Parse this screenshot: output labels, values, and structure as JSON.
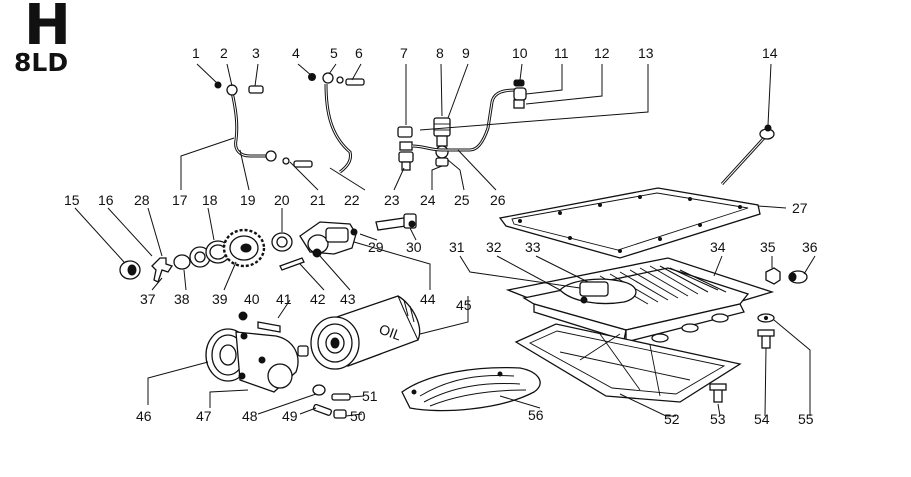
{
  "header": {
    "letter": "H",
    "model": "8LD"
  },
  "callouts": [
    "1",
    "2",
    "3",
    "4",
    "5",
    "6",
    "7",
    "8",
    "9",
    "10",
    "11",
    "12",
    "13",
    "14",
    "15",
    "16",
    "17",
    "18",
    "19",
    "20",
    "21",
    "22",
    "23",
    "24",
    "25",
    "26",
    "27",
    "28",
    "29",
    "30",
    "31",
    "32",
    "33",
    "34",
    "35",
    "36",
    "37",
    "38",
    "39",
    "40",
    "41",
    "42",
    "43",
    "44",
    "45",
    "46",
    "47",
    "48",
    "49",
    "50",
    "51",
    "52",
    "53",
    "54",
    "55",
    "56"
  ],
  "filter_label": "OIL"
}
